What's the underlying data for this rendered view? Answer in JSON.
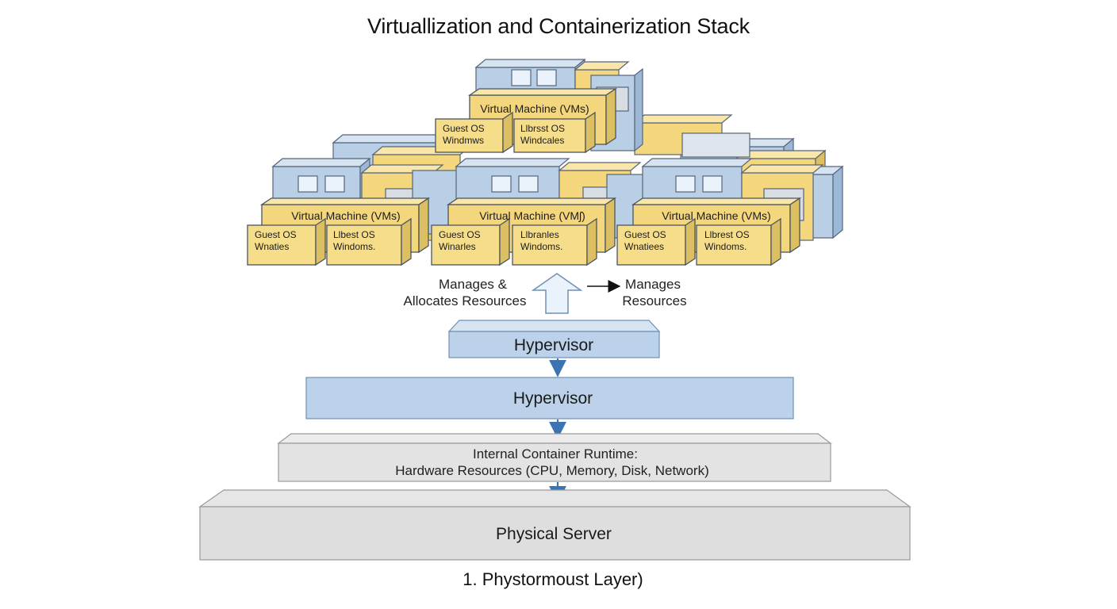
{
  "title": "Virtuallization and Containerization Stack",
  "vms": [
    {
      "title": "Virtual Machine (VMs)",
      "os_left": [
        "Guest OS",
        "Windmws"
      ],
      "os_right": [
        "Llbrsst OS",
        "Windcales"
      ]
    },
    {
      "title": "Virtual Machine (VMs)",
      "os_left": [
        "Guest OS",
        "Wnaties"
      ],
      "os_right": [
        "Llbest OS",
        "Windoms."
      ]
    },
    {
      "title": "Virtual Machine (VMʃ)",
      "os_left": [
        "Guest OS",
        "Winarles"
      ],
      "os_right": [
        "Llbranles",
        "Windoms."
      ]
    },
    {
      "title": "Virtual Machine (VMs)",
      "os_left": [
        "Guest OS",
        "Wnatiees"
      ],
      "os_right": [
        "Llbrest OS",
        "Windoms."
      ]
    }
  ],
  "labels": {
    "manages_allocates": [
      "Manages &",
      "Allocates Resources"
    ],
    "manages_resources": [
      "Manages",
      "Resources"
    ]
  },
  "layers": {
    "hypervisor_top": "Hypervisor",
    "hypervisor_main": "Hypervisor",
    "runtime": [
      "Internal Container Runtime:",
      "Hardware Resources (CPU, Memory, Disk, Network)"
    ],
    "physical": "Physical Server"
  },
  "footer": "1. Phystormoust Layer)",
  "colors": {
    "vm_yellow": "#f4d77c",
    "server_blue": "#b9cfe6",
    "hypervisor_blue": "#bcd2ea",
    "runtime_gray": "#e3e3e3",
    "physical_gray": "#dedede",
    "arrow_blue": "#3b74b0",
    "outline": "#4a5560"
  }
}
